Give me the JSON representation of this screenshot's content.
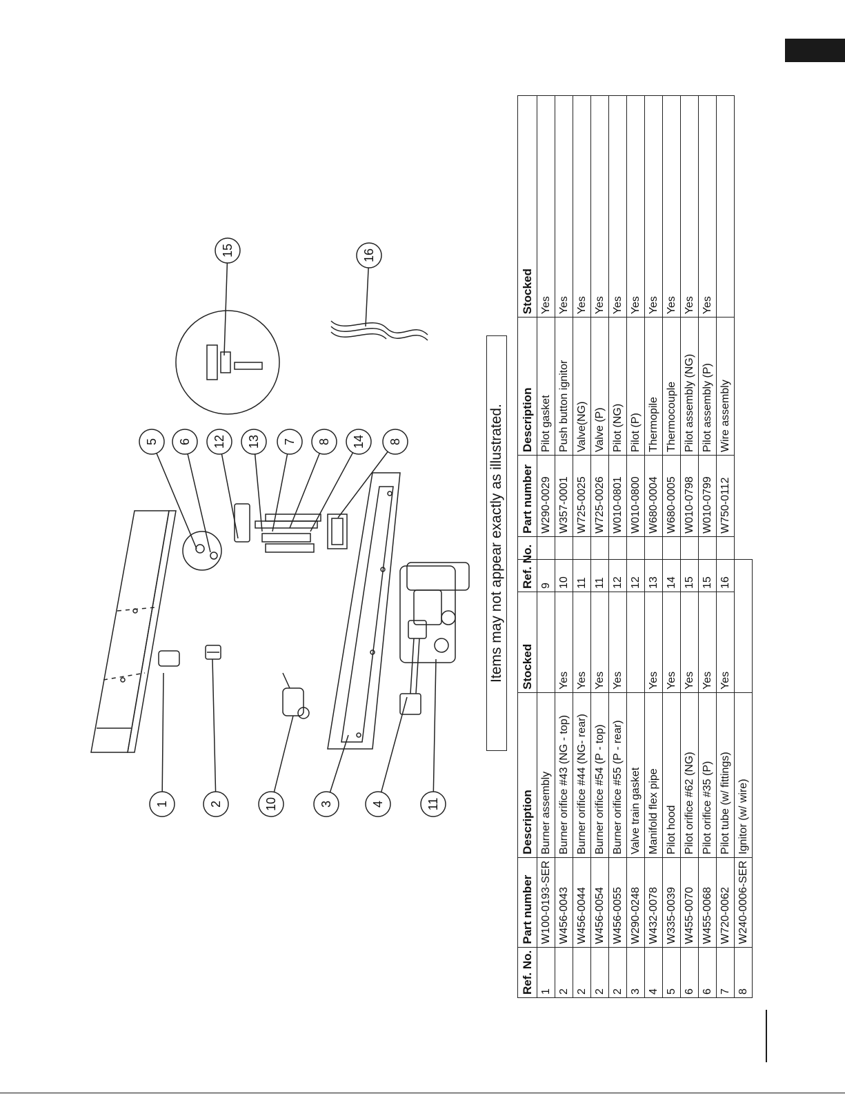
{
  "caption": "Items may not appear exactly as illustrated.",
  "headers": {
    "ref": "Ref. No.",
    "part": "Part number",
    "desc": "Description",
    "stocked": "Stocked"
  },
  "callouts": [
    "1",
    "2",
    "10",
    "3",
    "4",
    "11",
    "5",
    "6",
    "12",
    "13",
    "7",
    "8",
    "14",
    "8",
    "15",
    "16"
  ],
  "parts_left": [
    {
      "ref": "1",
      "part": "W100-0193-SER",
      "desc": "Burner assembly",
      "stocked": ""
    },
    {
      "ref": "2",
      "part": "W456-0043",
      "desc": "Burner orifice #43 (NG - top)",
      "stocked": "Yes"
    },
    {
      "ref": "2",
      "part": "W456-0044",
      "desc": "Burner orifice #44 (NG- rear)",
      "stocked": "Yes"
    },
    {
      "ref": "2",
      "part": "W456-0054",
      "desc": "Burner orifice #54 (P - top)",
      "stocked": "Yes"
    },
    {
      "ref": "2",
      "part": "W456-0055",
      "desc": "Burner orifice #55 (P - rear)",
      "stocked": "Yes"
    },
    {
      "ref": "3",
      "part": "W290-0248",
      "desc": "Valve train gasket",
      "stocked": ""
    },
    {
      "ref": "4",
      "part": "W432-0078",
      "desc": "Manifold flex pipe",
      "stocked": "Yes"
    },
    {
      "ref": "5",
      "part": "W335-0039",
      "desc": "Pilot hood",
      "stocked": "Yes"
    },
    {
      "ref": "6",
      "part": "W455-0070",
      "desc": "Pilot orifice #62 (NG)",
      "stocked": "Yes"
    },
    {
      "ref": "6",
      "part": "W455-0068",
      "desc": "Pilot orifice #35 (P)",
      "stocked": "Yes"
    },
    {
      "ref": "7",
      "part": "W720-0062",
      "desc": "Pilot tube (w/ fittings)",
      "stocked": "Yes"
    },
    {
      "ref": "8",
      "part": "W240-0006-SER",
      "desc": "Ignitor (w/ wire)",
      "stocked": ""
    }
  ],
  "parts_right": [
    {
      "ref": "9",
      "part": "W290-0029",
      "desc": "Pilot gasket",
      "stocked": "Yes"
    },
    {
      "ref": "10",
      "part": "W357-0001",
      "desc": "Push button ignitor",
      "stocked": "Yes"
    },
    {
      "ref": "11",
      "part": "W725-0025",
      "desc": "Valve(NG)",
      "stocked": "Yes"
    },
    {
      "ref": "11",
      "part": "W725-0026",
      "desc": "Valve (P)",
      "stocked": "Yes"
    },
    {
      "ref": "12",
      "part": "W010-0801",
      "desc": "Pilot (NG)",
      "stocked": "Yes"
    },
    {
      "ref": "12",
      "part": "W010-0800",
      "desc": "Pilot (P)",
      "stocked": "Yes"
    },
    {
      "ref": "13",
      "part": "W680-0004",
      "desc": "Thermopile",
      "stocked": "Yes"
    },
    {
      "ref": "14",
      "part": "W680-0005",
      "desc": "Thermocouple",
      "stocked": "Yes"
    },
    {
      "ref": "15",
      "part": "W010-0798",
      "desc": "Pilot assembly (NG)",
      "stocked": "Yes"
    },
    {
      "ref": "15",
      "part": "W010-0799",
      "desc": "Pilot assembly (P)",
      "stocked": "Yes"
    },
    {
      "ref": "16",
      "part": "W750-0112",
      "desc": "Wire assembly",
      "stocked": ""
    }
  ]
}
